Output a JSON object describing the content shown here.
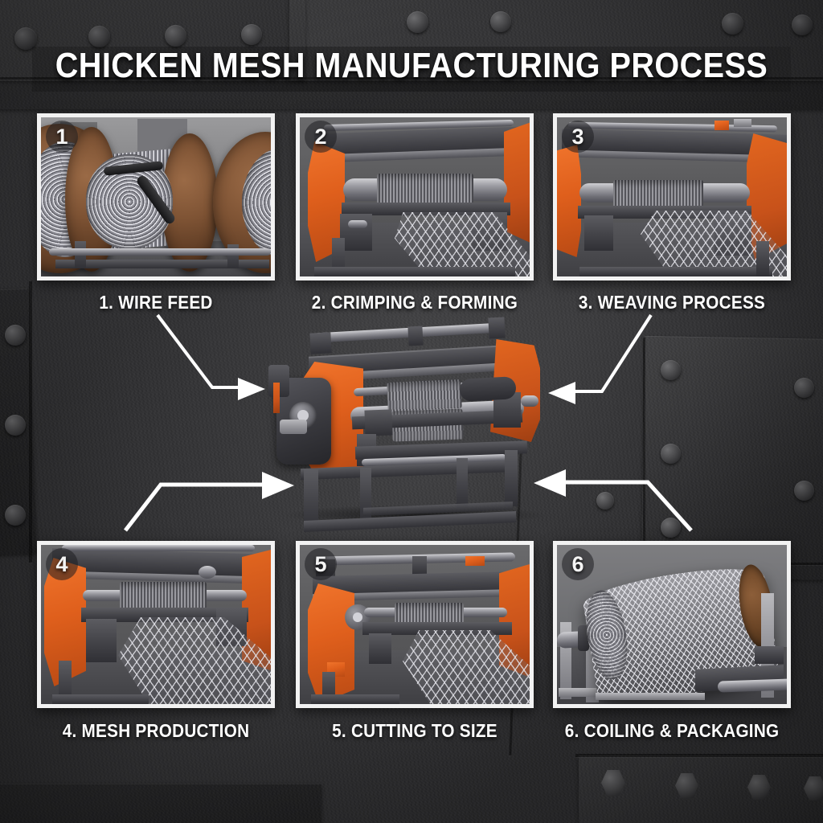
{
  "title": "CHICKEN MESH MANUFACTURING PROCESS",
  "steps": [
    {
      "number": "1",
      "caption": "1. WIRE FEED",
      "name": "wire-feed"
    },
    {
      "number": "2",
      "caption": "2. CRIMPING & FORMING",
      "name": "crimping-and-forming"
    },
    {
      "number": "3",
      "caption": "3. WEAVING PROCESS",
      "name": "weaving-process"
    },
    {
      "number": "4",
      "caption": "4. MESH PRODUCTION",
      "name": "mesh-production"
    },
    {
      "number": "5",
      "caption": "5. CUTTING TO SIZE",
      "name": "cutting-to-size"
    },
    {
      "number": "6",
      "caption": "6. COILING & PACKAGING",
      "name": "coiling-and-packaging"
    }
  ],
  "center": {
    "label": "chicken-mesh-weaving-machine"
  },
  "arrows": [
    {
      "name": "arrow-step-1-to-machine",
      "direction": "right"
    },
    {
      "name": "arrow-step-3-to-machine",
      "direction": "left"
    },
    {
      "name": "arrow-machine-to-step-4",
      "direction": "right"
    },
    {
      "name": "arrow-machine-to-step-6",
      "direction": "left"
    }
  ],
  "colors": {
    "accent_orange": "#e2661f",
    "panel_border": "#f2f2f2",
    "background_steel": "#343436",
    "text": "#ffffff"
  }
}
